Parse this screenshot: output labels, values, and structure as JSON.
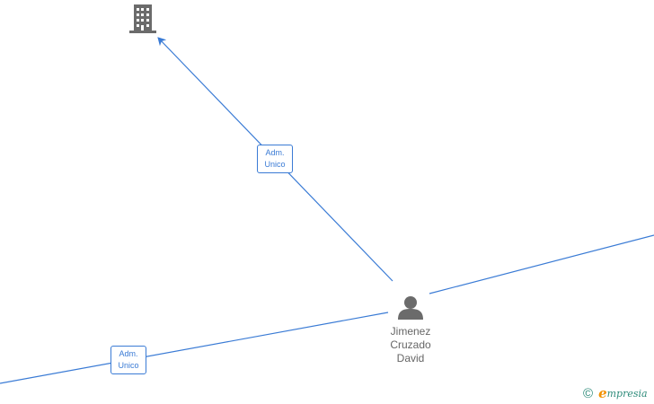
{
  "colors": {
    "edge": "#3a7bd5",
    "node_icon": "#6b6b6b",
    "label_text": "#666666",
    "brand_teal": "#2e8b7a",
    "brand_orange": "#f39200"
  },
  "nodes": {
    "company": {
      "icon": "building-icon"
    },
    "person": {
      "icon": "person-icon",
      "name_lines": [
        "Jimenez",
        "Cruzado",
        "David"
      ]
    }
  },
  "edges": [
    {
      "from": "person",
      "to": "company",
      "label_lines": [
        "Adm.",
        "Unico"
      ]
    },
    {
      "from": "person",
      "to": "offscreen-left",
      "label_lines": [
        "Adm.",
        "Unico"
      ]
    },
    {
      "from": "person",
      "to": "offscreen-right",
      "label_lines": []
    }
  ],
  "brand": {
    "copyright_symbol": "©",
    "initial": "e",
    "rest": "mpresia"
  }
}
